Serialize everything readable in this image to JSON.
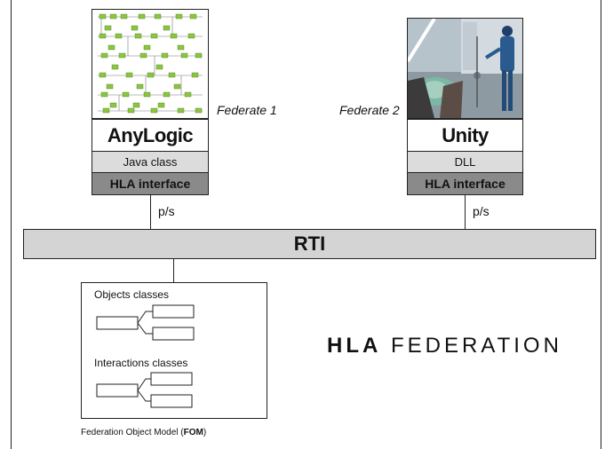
{
  "federate1": {
    "label": "Federate 1",
    "name": "AnyLogic",
    "class_label": "Java class",
    "interface_label": "HLA interface",
    "link_label": "p/s"
  },
  "federate2": {
    "label": "Federate 2",
    "name": "Unity",
    "class_label": "DLL",
    "interface_label": "HLA interface",
    "link_label": "p/s"
  },
  "rti": {
    "label": "RTI"
  },
  "fom": {
    "objects_label": "Objects classes",
    "interactions_label": "Interactions classes",
    "caption_prefix": "Federation Object Model (",
    "caption_bold": "FOM",
    "caption_suffix": ")"
  },
  "federation_title": {
    "bold": "HLA",
    "rest": "FEDERATION"
  },
  "colors": {
    "rti_fill": "#d4d4d4",
    "class_fill": "#dcdcdc",
    "interface_fill": "#8a8a8a",
    "anylogic_block_green": "#8cc63f"
  }
}
